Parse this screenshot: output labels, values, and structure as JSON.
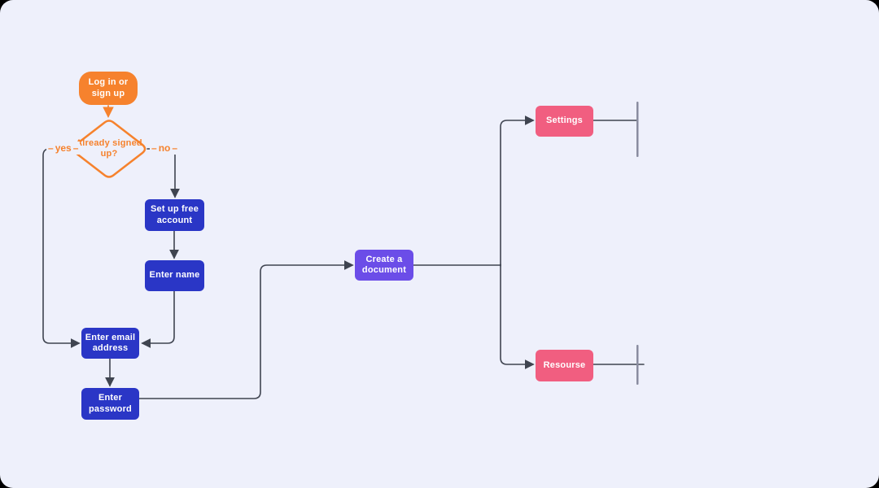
{
  "colors": {
    "background": "#eef0fb",
    "corner": "#000000",
    "orange": "#f6822d",
    "blue": "#2a36c6",
    "purple": "#6b4de8",
    "pink": "#f15e80",
    "connector": "#3f4450",
    "terminator_bar": "#8a8da0",
    "node_text": "#ffffff"
  },
  "flowchart": {
    "nodes": [
      {
        "id": "login",
        "label": "Log in or sign up",
        "type": "start",
        "color": "#f6822d"
      },
      {
        "id": "already-signed",
        "label": "Already signed up?",
        "type": "decision",
        "color": "#f6822d"
      },
      {
        "id": "setup-account",
        "label": "Set up free account",
        "type": "process",
        "color": "#2a36c6"
      },
      {
        "id": "enter-name",
        "label": "Enter name",
        "type": "process",
        "color": "#2a36c6"
      },
      {
        "id": "enter-email",
        "label": "Enter email address",
        "type": "process",
        "color": "#2a36c6"
      },
      {
        "id": "enter-password",
        "label": "Enter password",
        "type": "process",
        "color": "#2a36c6"
      },
      {
        "id": "create-document",
        "label": "Create a document",
        "type": "process",
        "color": "#6b4de8"
      },
      {
        "id": "settings",
        "label": "Settings",
        "type": "process",
        "color": "#f15e80"
      },
      {
        "id": "resourse",
        "label": "Resourse",
        "type": "process",
        "color": "#f15e80"
      }
    ],
    "edges": [
      {
        "from": "login",
        "to": "already-signed",
        "label": ""
      },
      {
        "from": "already-signed",
        "to": "enter-email",
        "label": "yes"
      },
      {
        "from": "already-signed",
        "to": "setup-account",
        "label": "no"
      },
      {
        "from": "setup-account",
        "to": "enter-name",
        "label": ""
      },
      {
        "from": "enter-name",
        "to": "enter-email",
        "label": ""
      },
      {
        "from": "enter-email",
        "to": "enter-password",
        "label": ""
      },
      {
        "from": "enter-password",
        "to": "create-document",
        "label": ""
      },
      {
        "from": "create-document",
        "to": "settings",
        "label": ""
      },
      {
        "from": "create-document",
        "to": "resourse",
        "label": ""
      },
      {
        "from": "settings",
        "to": "end",
        "label": ""
      },
      {
        "from": "resourse",
        "to": "end",
        "label": ""
      }
    ]
  }
}
